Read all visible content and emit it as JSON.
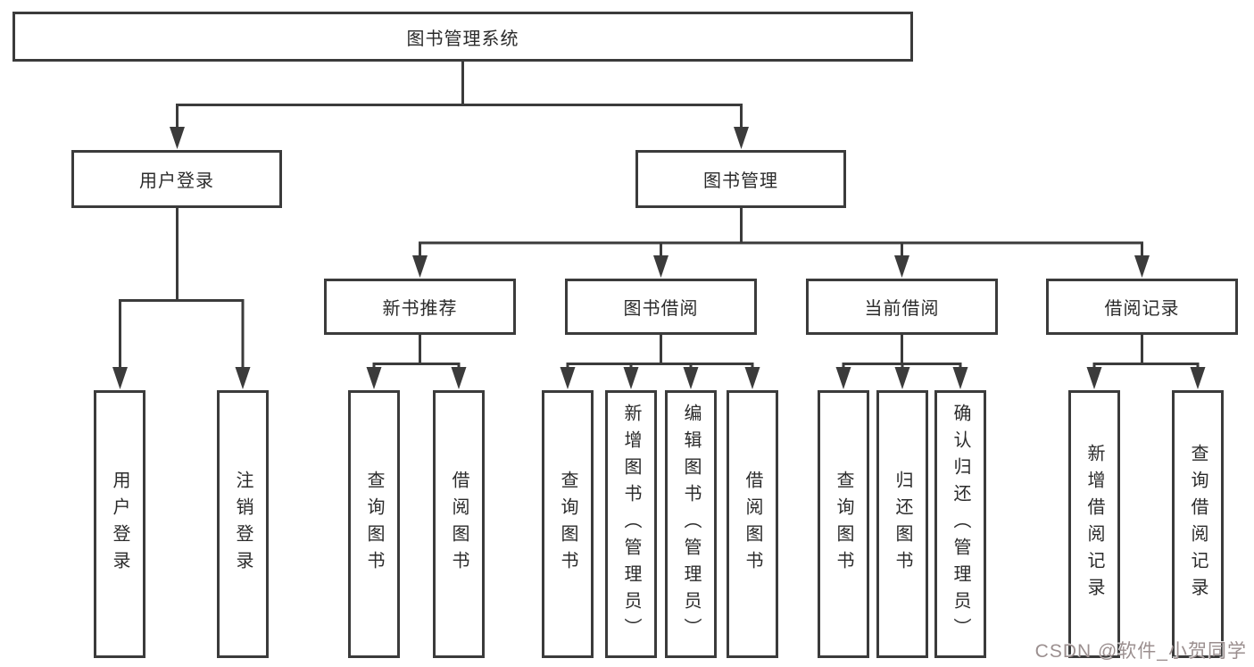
{
  "tree": {
    "root": {
      "label": "图书管理系统",
      "children": [
        {
          "label": "用户登录",
          "children": [
            {
              "label": "用户登录"
            },
            {
              "label": "注销登录"
            }
          ]
        },
        {
          "label": "图书管理",
          "children": [
            {
              "label": "新书推荐",
              "children": [
                {
                  "label": "查询图书"
                },
                {
                  "label": "借阅图书"
                }
              ]
            },
            {
              "label": "图书借阅",
              "children": [
                {
                  "label": "查询图书"
                },
                {
                  "label": "新增图书（管理员）"
                },
                {
                  "label": "编辑图书（管理员）"
                },
                {
                  "label": "借阅图书"
                }
              ]
            },
            {
              "label": "当前借阅",
              "children": [
                {
                  "label": "查询图书"
                },
                {
                  "label": "归还图书"
                },
                {
                  "label": "确认归还（管理员）"
                }
              ]
            },
            {
              "label": "借阅记录",
              "children": [
                {
                  "label": "新增借阅记录"
                },
                {
                  "label": "查询借阅记录"
                }
              ]
            }
          ]
        }
      ]
    }
  },
  "watermark": {
    "text": "CSDN @软件_小贺同学"
  },
  "colors": {
    "line": "#3b3b3b",
    "text": "#2b2b2b",
    "watermark": "#9b8f8f",
    "background": "#ffffff"
  }
}
